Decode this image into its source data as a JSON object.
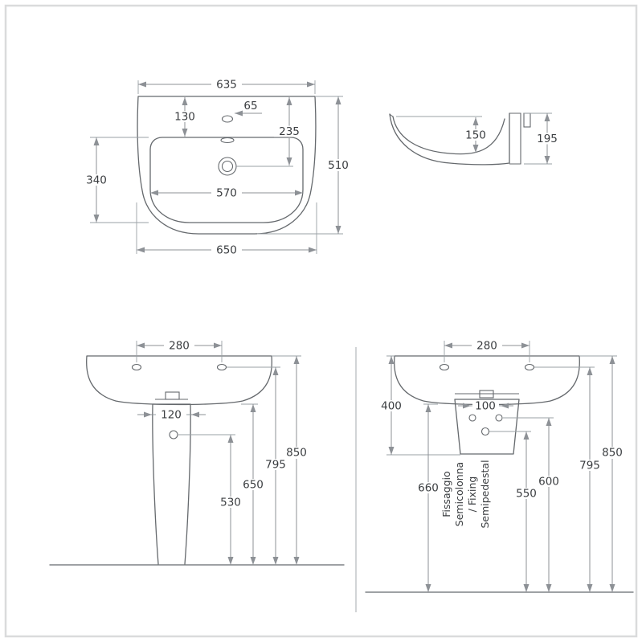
{
  "views": {
    "plan": {
      "dim_width_top": "635",
      "dim_tap_offset": "65",
      "dim_rim_to_bowl": "130",
      "dim_rim_to_drain": "235",
      "dim_depth_overall": "510",
      "dim_bowl_depth": "340",
      "dim_bowl_width": "570",
      "dim_width_bottom": "650"
    },
    "side": {
      "dim_bowl_height": "150",
      "dim_total_height": "195"
    },
    "pedestal": {
      "dim_hole_spacing": "280",
      "dim_pedestal_width": "120",
      "dim_h_530": "530",
      "dim_h_650": "650",
      "dim_h_795": "795",
      "dim_h_850": "850"
    },
    "semipedestal": {
      "dim_hole_spacing": "280",
      "dim_drop": "400",
      "dim_fix_spacing": "100",
      "dim_h_660": "660",
      "dim_h_550": "550",
      "dim_h_600": "600",
      "dim_h_795": "795",
      "dim_h_850": "850",
      "note": [
        "Fissaggio",
        "Semicolonna",
        "/ Fixing",
        "Semipedestal"
      ]
    }
  }
}
